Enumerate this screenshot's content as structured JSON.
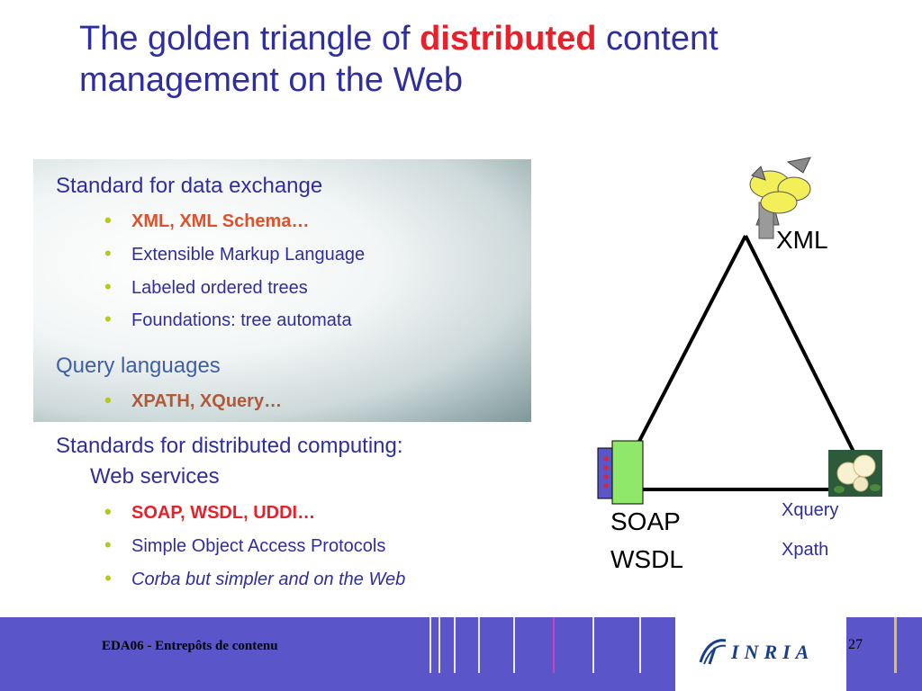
{
  "title": {
    "part1": "The golden triangle of ",
    "highlight": "distributed",
    "part2": " content management on the Web"
  },
  "panel": {
    "heading1": "Standard for data exchange",
    "bullets1": [
      "XML, XML Schema…",
      "Extensible Markup Language",
      "Labeled ordered trees",
      "Foundations: tree automata"
    ],
    "heading2": "Query languages",
    "bullets2": [
      "XPATH, XQuery…"
    ]
  },
  "section2": {
    "heading_line1": "Standards for distributed computing:",
    "heading_line2": "Web services",
    "bullets": [
      "SOAP, WSDL, UDDI…",
      "Simple Object Access Protocols",
      "Corba but simpler and on the Web"
    ]
  },
  "diagram": {
    "top_label": "XML",
    "left_label_1": "SOAP",
    "left_label_2": "WSDL",
    "right_label_1": "Xquery",
    "right_label_2": "Xpath",
    "tree_icon": "tree-icon",
    "server_icon": "server-icon",
    "roses_icon": "roses-icon"
  },
  "footer": {
    "course": "EDA06 - Entrepôts de contenu",
    "logo": "INRIA",
    "page": "27"
  },
  "colors": {
    "title": "#2e2e9e",
    "highlight": "#e8202a",
    "bullet": "#b5c918",
    "footer_bg": "#5a55c8"
  }
}
